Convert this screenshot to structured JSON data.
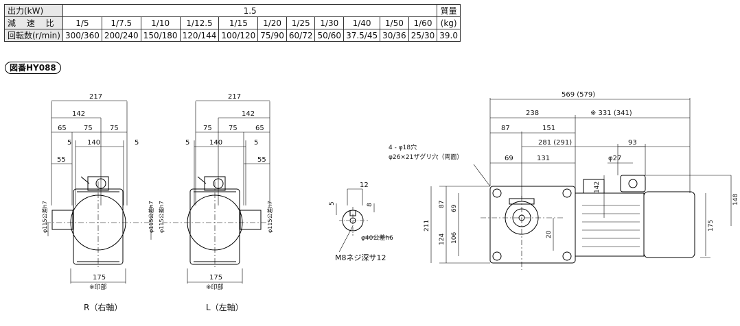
{
  "table": {
    "row_output": {
      "label": "出力(kW)",
      "value": "1.5"
    },
    "mass_header": [
      "質量",
      "(kg)"
    ],
    "row_ratio": {
      "label": "減 速 比",
      "values": [
        "1/5",
        "1/7.5",
        "1/10",
        "1/12.5",
        "1/15",
        "1/20",
        "1/25",
        "1/30",
        "1/40",
        "1/50",
        "1/60"
      ]
    },
    "row_speed": {
      "label": "回転数(r/min)",
      "values": [
        "300/360",
        "200/240",
        "150/180",
        "120/144",
        "100/120",
        "75/90",
        "60/72",
        "50/60",
        "37.5/45",
        "30/36",
        "25/30"
      ]
    },
    "mass_value": "39.0"
  },
  "figure_no": "図番HY088",
  "view_r": {
    "caption": "R（右軸）",
    "dims": {
      "d217": "217",
      "d142": "142",
      "d65": "65",
      "d75a": "75",
      "d75b": "75",
      "d5a": "5",
      "d140": "140",
      "d5b": "5",
      "d55": "55",
      "d175": "175",
      "shaft_a": "φ115公差h7",
      "shaft_b": "φ115公差h7"
    },
    "note": "※印部"
  },
  "view_l": {
    "caption": "L（左軸）",
    "dims": {
      "d217": "217",
      "d142": "142",
      "d75a": "75",
      "d75b": "75",
      "d65": "65",
      "d5a": "5",
      "d140": "140",
      "d5b": "5",
      "d55": "55",
      "d175": "175",
      "shaft_a": "φ115公差h7",
      "shaft_b": "φ115公差h7"
    },
    "note": "※印部"
  },
  "shaft_detail": {
    "d12": "12",
    "d5": "5",
    "d8": "8",
    "dia": "φ40公差h6",
    "tap": "M8ネジ深サ12"
  },
  "side_view": {
    "d569": "569 (579)",
    "d238": "238",
    "d331": "※ 331 (341)",
    "d87": "87",
    "d151": "151",
    "d281": "281 (291)",
    "d69": "69",
    "d131": "131",
    "d93": "93",
    "d27": "φ27",
    "holes": "4 - φ18穴",
    "counterbore": "φ26×21ザグリ穴（両面）",
    "d142": "142",
    "d148": "148",
    "d87v": "87",
    "d69v": "69",
    "d211": "211",
    "d106": "106",
    "d124": "124",
    "d20": "20",
    "d175": "175"
  }
}
